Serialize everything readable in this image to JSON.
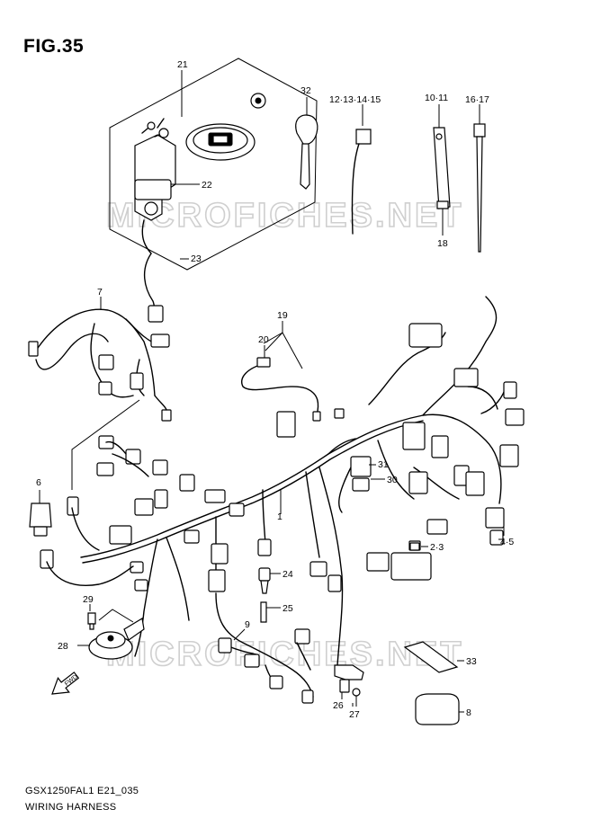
{
  "figure": {
    "title": "FIG.35",
    "model_code": "GSX1250FAL1 E21_035",
    "section_name": "WIRING HARNESS",
    "watermark": "MICROFICHES.NET"
  },
  "callouts": {
    "c1": "1",
    "c2_3": "2·3",
    "c4_5": "4·5",
    "c6": "6",
    "c7": "7",
    "c8": "8",
    "c9": "9",
    "c10_11": "10·11",
    "c12_15": "12·13·14·15",
    "c16_17": "16·17",
    "c18": "18",
    "c19": "19",
    "c20": "20",
    "c21": "21",
    "c22": "22",
    "c23": "23",
    "c24": "24",
    "c25": "25",
    "c26": "26",
    "c27": "27",
    "c28": "28",
    "c29": "29",
    "c30": "30",
    "c31": "31",
    "c32": "32",
    "c33": "33"
  },
  "fwd_label": "FWD"
}
